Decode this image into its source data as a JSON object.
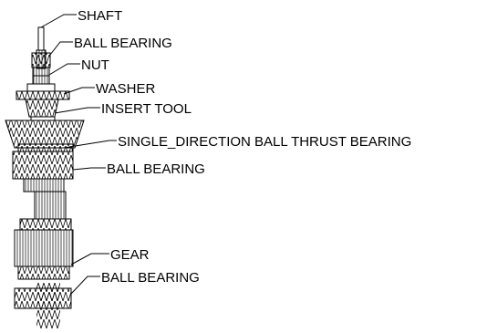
{
  "labels": [
    {
      "key": "shaft",
      "text": "SHAFT"
    },
    {
      "key": "ball_bearing_top",
      "text": "BALL BEARING"
    },
    {
      "key": "nut",
      "text": "NUT"
    },
    {
      "key": "washer",
      "text": "WASHER"
    },
    {
      "key": "insert_tool",
      "text": "INSERT TOOL"
    },
    {
      "key": "thrust_bearing",
      "text": "SINGLE_DIRECTION BALL THRUST BEARING"
    },
    {
      "key": "ball_bearing_mid",
      "text": "BALL BEARING"
    },
    {
      "key": "gear",
      "text": "GEAR"
    },
    {
      "key": "ball_bearing_bottom",
      "text": "BALL BEARING"
    }
  ]
}
